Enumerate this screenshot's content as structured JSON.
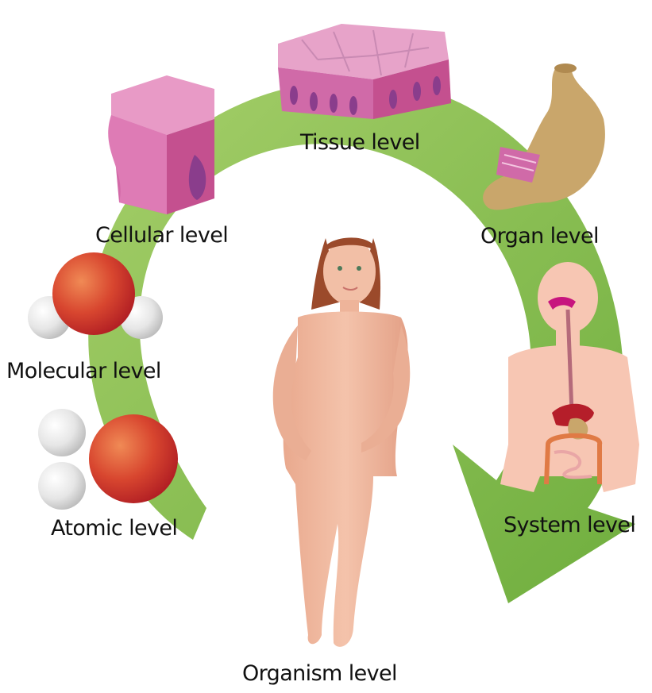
{
  "diagram": {
    "levels": [
      {
        "id": "atomic",
        "label": "Atomic level"
      },
      {
        "id": "molecular",
        "label": "Molecular level"
      },
      {
        "id": "cellular",
        "label": "Cellular level"
      },
      {
        "id": "tissue",
        "label": "Tissue level"
      },
      {
        "id": "organ",
        "label": "Organ level"
      },
      {
        "id": "system",
        "label": "System level"
      },
      {
        "id": "organism",
        "label": "Organism level"
      }
    ],
    "colors": {
      "arrow": "#8cc151",
      "arrow_dark": "#6aa53a",
      "atom_red": "#c8372c",
      "atom_gray": "#d9d9d9",
      "cell_pink": "#d267a6",
      "nucleus": "#8a3d8c",
      "skin": "#f0b8a0",
      "organ_tan": "#c9a66b",
      "hair": "#9b4a2b"
    }
  }
}
